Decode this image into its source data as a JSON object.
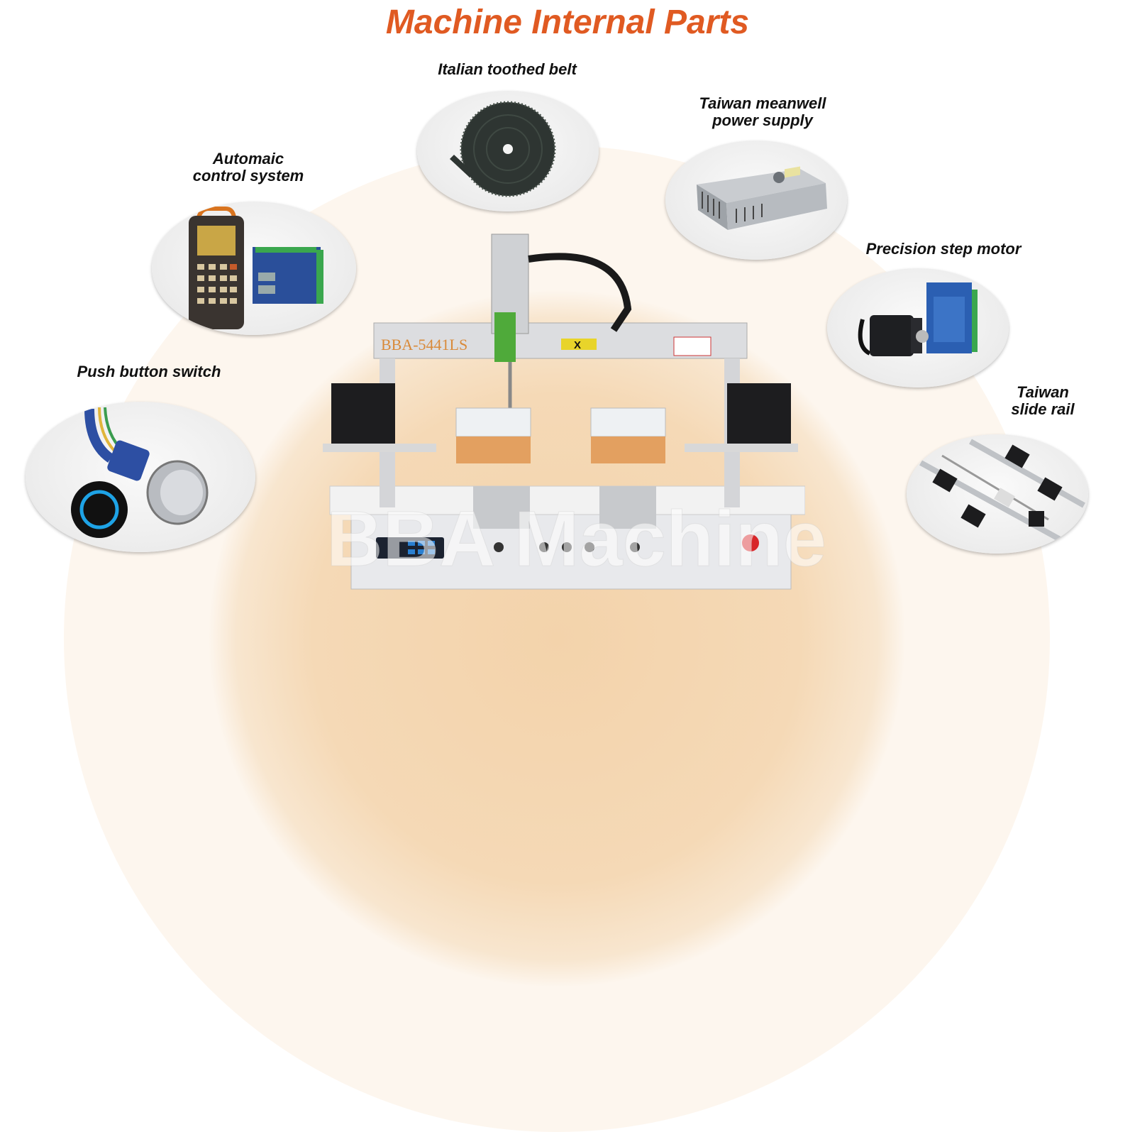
{
  "title": "Machine Internal Parts",
  "watermark": "BBA Machine",
  "machine": {
    "model_label": "BBA-5441LS",
    "axis_label": "X"
  },
  "parts": [
    {
      "label": "Italian toothed belt",
      "icon": "toothed-belt-icon"
    },
    {
      "label_line1": "Taiwan meanwell",
      "label_line2": "power supply",
      "icon": "power-supply-icon"
    },
    {
      "label_line1": "Automaic",
      "label_line2": "control system",
      "icon": "control-system-icon"
    },
    {
      "label": "Precision step motor",
      "icon": "step-motor-icon"
    },
    {
      "label_line1": "Taiwan",
      "label_line2": "slide rail",
      "icon": "slide-rail-icon"
    },
    {
      "label": "Push button switch",
      "icon": "push-button-icon"
    }
  ],
  "colors": {
    "title": "#e05a22",
    "background_arc": "#f5d9b6"
  }
}
